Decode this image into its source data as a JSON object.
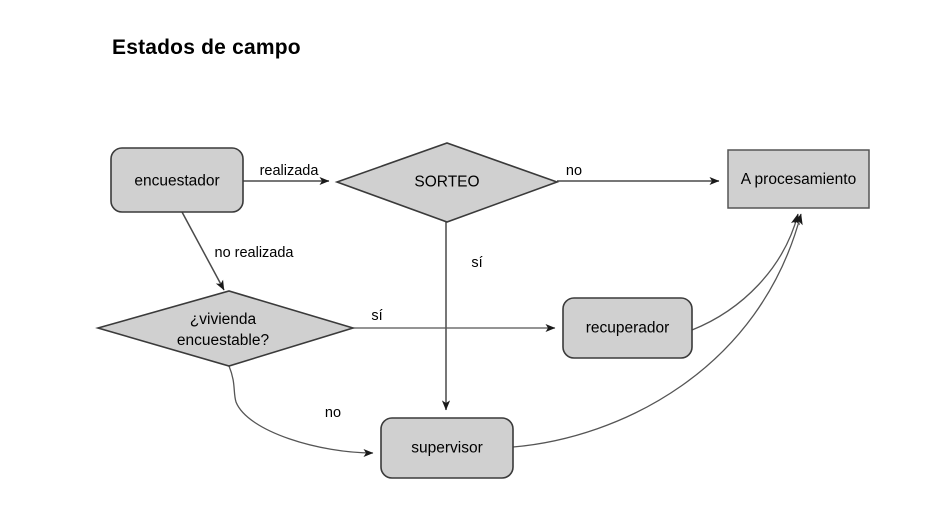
{
  "page": {
    "title": "Estados de campo",
    "background_color": "#ffffff"
  },
  "style": {
    "node_fill": "#d0d0d0",
    "node_stroke": "#3a3a3a",
    "edge_stroke": "#4a4a4a",
    "text_color": "#000000"
  },
  "diagram": {
    "type": "flowchart",
    "nodes": [
      {
        "id": "encuestador",
        "label": "encuestador",
        "shape": "rounded-rectangle"
      },
      {
        "id": "sorteo",
        "label": "SORTEO",
        "shape": "diamond"
      },
      {
        "id": "procesamiento",
        "label": "A procesamiento",
        "shape": "rectangle"
      },
      {
        "id": "vivienda",
        "label_line1": "¿vivienda",
        "label_line2": "encuestable?",
        "shape": "diamond"
      },
      {
        "id": "recuperador",
        "label": "recuperador",
        "shape": "rounded-rectangle"
      },
      {
        "id": "supervisor",
        "label": "supervisor",
        "shape": "rounded-rectangle"
      }
    ],
    "edges": [
      {
        "from": "encuestador",
        "to": "sorteo",
        "label": "realizada"
      },
      {
        "from": "encuestador",
        "to": "vivienda",
        "label": "no realizada"
      },
      {
        "from": "sorteo",
        "to": "procesamiento",
        "label": "no"
      },
      {
        "from": "sorteo",
        "to": "supervisor",
        "label": "sí"
      },
      {
        "from": "vivienda",
        "to": "recuperador",
        "label": "sí"
      },
      {
        "from": "vivienda",
        "to": "supervisor",
        "label": "no"
      },
      {
        "from": "recuperador",
        "to": "procesamiento",
        "label": ""
      },
      {
        "from": "supervisor",
        "to": "procesamiento",
        "label": ""
      }
    ]
  }
}
